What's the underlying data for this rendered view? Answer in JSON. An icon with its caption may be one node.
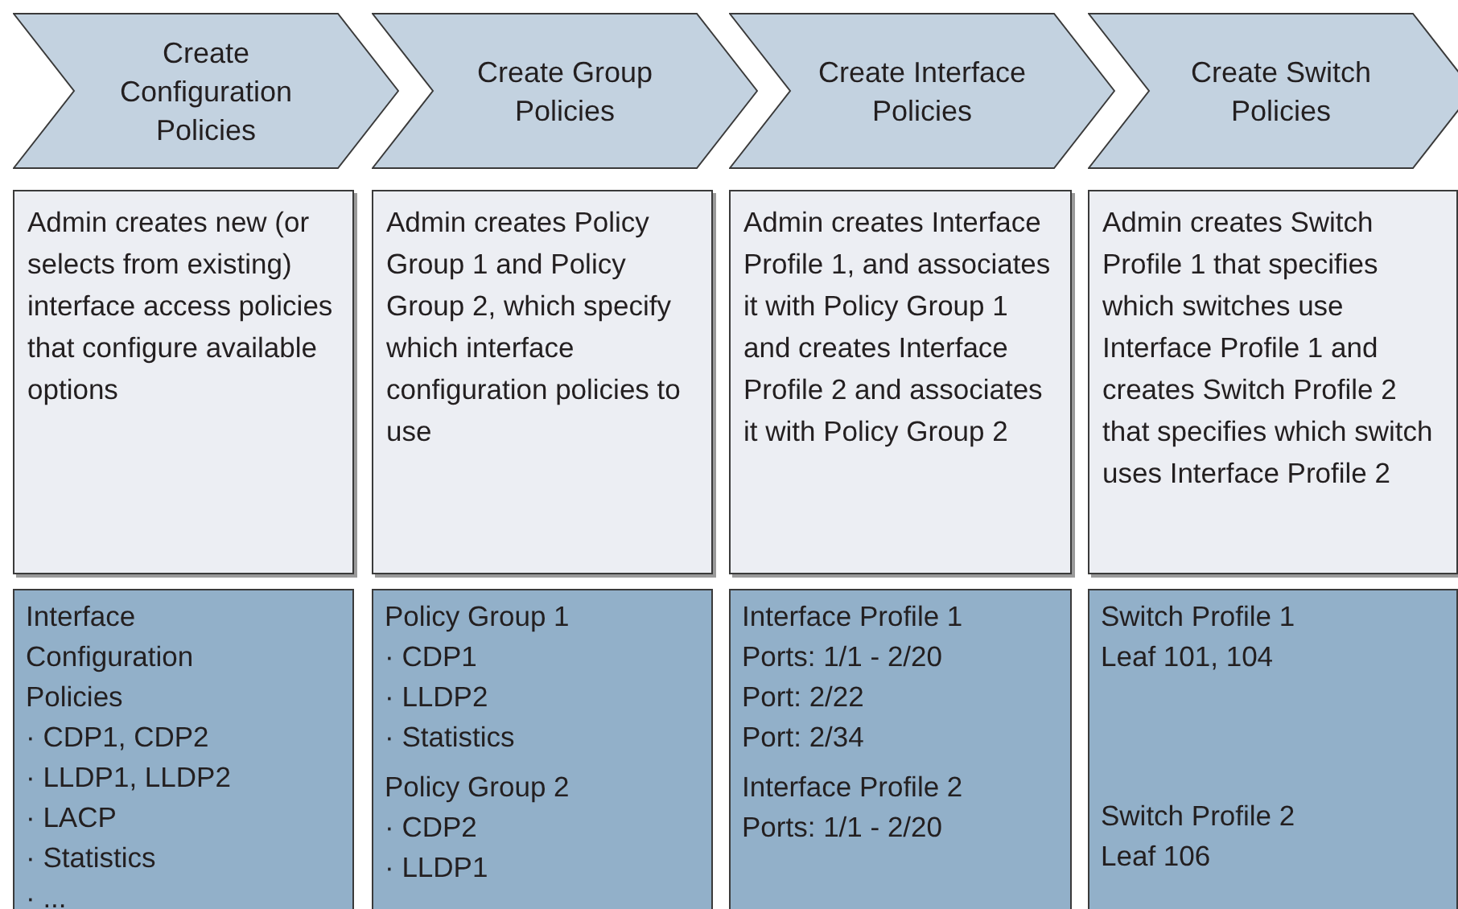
{
  "diagram": {
    "nodes": [
      {
        "text": [
          "Create Configuration Policies"
        ]
      },
      {
        "text": [
          "Create Group Policies"
        ]
      },
      {
        "text": [
          "Create Interface Policies"
        ]
      },
      {
        "text": [
          "Create Switch Policies"
        ]
      },
      {
        "text": [
          "Admin creates new (or selects from existing) interface access policies that configure available options"
        ]
      },
      {
        "text": [
          "Admin creates Policy Group 1 and Policy Group 2, which specify which interface configuration policies to use"
        ]
      },
      {
        "text": [
          "Admin creates Interface Profile 1, and associates it with Policy Group 1 and creates Interface Profile 2 and associates it with Policy Group 2"
        ]
      },
      {
        "text": [
          "Admin creates Switch Profile 1 that specifies which switches use Interface Profile 1 and creates Switch Profile 2 that specifies which switch uses Interface Profile 2"
        ]
      },
      {
        "text": [
          "Interface",
          "Configuration",
          "Policies",
          "· CDP1, CDP2",
          "· LLDP1, LLDP2",
          "· LACP",
          "· Statistics",
          "· ..."
        ]
      },
      {
        "text": [
          "Policy Group 1",
          "· CDP1",
          "· LLDP2",
          "· Statistics",
          "Policy Group 2",
          "· CDP2",
          "· LLDP1"
        ]
      },
      {
        "text": [
          "Interface Profile 1",
          "Ports: 1/1 - 2/20",
          "Port: 2/22",
          "Port: 2/34",
          "Interface Profile 2",
          "Ports: 1/1 - 2/20"
        ]
      },
      {
        "text": [
          "Switch Profile 1",
          "Leaf 101, 104",
          "Switch Profile 2",
          "Leaf 106"
        ]
      }
    ]
  }
}
